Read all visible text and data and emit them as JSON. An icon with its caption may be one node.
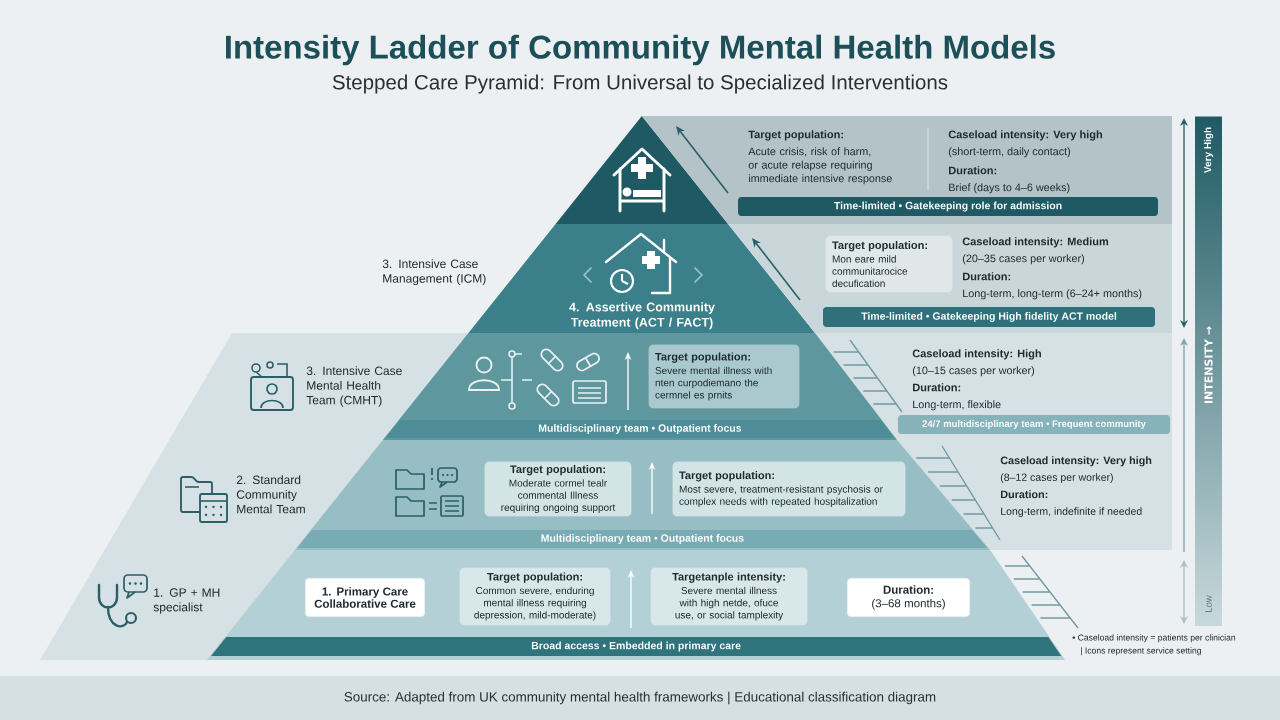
{
  "diagram": {
    "title": "Intensity Ladder of Community Mental Health Models",
    "caption": "Source: Adapted from UK community mental health frameworks | Educational classification diagram",
    "nodes": [
      {
        "text": [],
        "shape": "triangle"
      },
      {
        "text": [
          "Target population:",
          "Acute crisis, risk of harm, or acute relapse requiring immediate intensive response",
          "Caseload intensity: Very high",
          "(short-term, daily contact)",
          "Duration:",
          "Brief (days to 4–6 weeks)"
        ]
      },
      {
        "text": [
          "Time-limited • Gatekeeping role for admission"
        ],
        "in": 1
      },
      {
        "text": [
          "4. Assertive Community Treatment (ACT / FACT)"
        ]
      },
      {
        "text": [
          "Caseload intensity: Medium",
          "(20–35 cases per worker)",
          "Duration:",
          "Long-term, long-term (6–24+ months)"
        ]
      },
      {
        "text": [
          "Target population:",
          "Mon eare mild communitarocice decufication"
        ],
        "in": 4
      },
      {
        "text": [
          "Time-limited • Gatekeeping High fidelity ACT model"
        ],
        "in": 4
      },
      {
        "text": [],
        "shape": "trapezoid"
      },
      {
        "text": [
          "Target population:",
          "Severe mental illness with nten curpodiemano the cermnel es prnits"
        ],
        "in": 7
      },
      {
        "text": [
          "Multidisciplinary team • Outpatient focus"
        ],
        "in": 7
      },
      {
        "text": [
          "24/7 multidisciplinary team • Frequent community"
        ]
      },
      {
        "text": [],
        "shape": "trapezoid"
      },
      {
        "text": [
          "Target population:",
          "Moderate cormel tealr commental Illness requiring ongoing support"
        ],
        "in": 11
      },
      {
        "text": [
          "Target population:",
          "Most severe, treatment-resistant psychosis or complex needs with repeated hospitalization"
        ],
        "in": 11
      },
      {
        "text": [
          "Multidisciplinary team • Outpatient focus"
        ],
        "in": 11
      },
      {
        "text": [],
        "shape": "trapezoid"
      },
      {
        "text": [
          "1. Primary Care Collaborative Care"
        ],
        "in": 15
      },
      {
        "text": [
          "Target population:",
          "Common severe, enduring mental illness requiring depression, mild-moderate)"
        ],
        "in": 15
      },
      {
        "text": [
          "Targetanple intensity:",
          "Severe mental illness with high netde, ofuce use, or social tamplexity"
        ],
        "in": 15
      },
      {
        "text": [
          "Duration:",
          "(3–68 months)"
        ],
        "in": 15
      },
      {
        "text": [
          "Broad access • Embedded in primary care"
        ],
        "in": 15
      }
    ],
    "labels": [
      "Stepped Care Pyramid: From Universal to Specialized Interventions",
      "Very High",
      "3. Intensive Case Management (ICM)",
      "INTENSITY →",
      "3. Intensive Case Mental Health Team (CMHT)",
      "Caseload intensity: High",
      "(10–15 cases per worker)",
      "Duration:",
      "Long-term, flexible",
      "2. Standard Community Mental Team",
      "Caseload intensity: Very high",
      "(8–12 cases per worker)",
      "Duration:",
      "Long-term, indefinite if needed",
      "1. GP + MH specialist",
      "Low",
      "• Caseload intensity = patients per clinician",
      "| Icons represent service setting"
    ]
  }
}
